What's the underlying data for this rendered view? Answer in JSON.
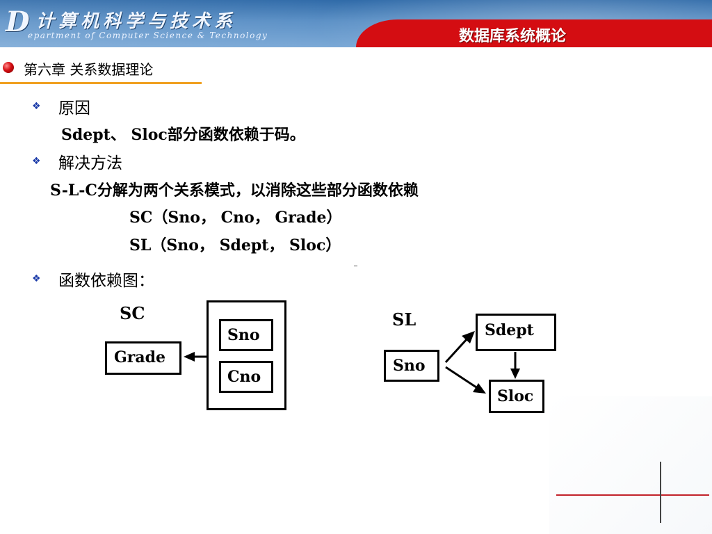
{
  "header": {
    "logo_letter": "D",
    "dept_name_cn": "计算机科学与技术系",
    "dept_name_en": "epartment of Computer Science & Technology",
    "course_title": "数据库系统概论"
  },
  "chapter": {
    "title": "第六章  关系数据理论"
  },
  "sections": {
    "reason": {
      "heading": "原因",
      "text": "Sdept、 Sloc部分函数依赖于码。"
    },
    "solution": {
      "heading": "解决方法",
      "text": "S-L-C分解为两个关系模式，以消除这些部分函数依赖",
      "schema1": "SC（Sno， Cno， Grade）",
      "schema2": "SL（Sno， Sdept， Sloc）"
    },
    "fd_graph": {
      "heading": "函数依赖图："
    }
  },
  "diagram_sc": {
    "title": "SC",
    "grade": "Grade",
    "sno": "Sno",
    "cno": "Cno"
  },
  "diagram_sl": {
    "title": "SL",
    "sno": "Sno",
    "sdept": "Sdept",
    "sloc": "Sloc"
  },
  "icons": {
    "bullet": "red-ball-icon",
    "item": "diamond-bullet-icon"
  },
  "colors": {
    "banner": "#4f86c0",
    "accent_red": "#d40d12",
    "rule": "#f0a020",
    "bullet_blue": "#1a3aa8"
  }
}
